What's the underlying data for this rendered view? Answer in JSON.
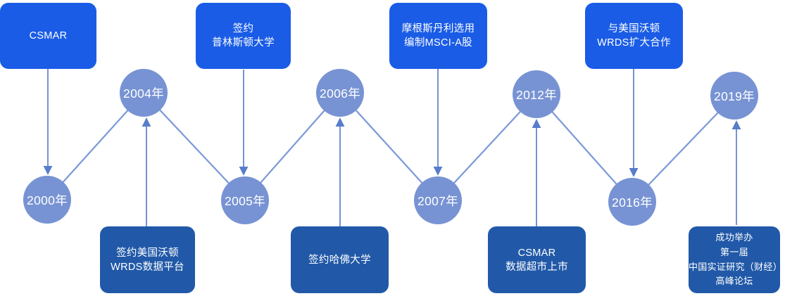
{
  "colors": {
    "top_event_box": "#1a5ce6",
    "bottom_event_box": "#2159a8",
    "year_circle": "#7793d3",
    "connector_vertical": "#5577c8",
    "connector_diagonal": "#7d9ad8",
    "arrowhead": "#587dca",
    "text": "#ffffff",
    "background": "#ffffff"
  },
  "milestones": [
    {
      "year": "2000年",
      "event_position": "top",
      "event_lines": [
        "CSMAR"
      ]
    },
    {
      "year": "2004年",
      "event_position": "bottom",
      "event_lines": [
        "签约美国沃顿",
        "WRDS数据平台"
      ]
    },
    {
      "year": "2005年",
      "event_position": "top",
      "event_lines": [
        "签约",
        "普林斯顿大学"
      ]
    },
    {
      "year": "2006年",
      "event_position": "bottom",
      "event_lines": [
        "签约哈佛大学"
      ]
    },
    {
      "year": "2007年",
      "event_position": "top",
      "event_lines": [
        "摩根斯丹利选用",
        "编制MSCI-A股"
      ]
    },
    {
      "year": "2012年",
      "event_position": "bottom",
      "event_lines": [
        "CSMAR",
        "数据超市上市"
      ]
    },
    {
      "year": "2016年",
      "event_position": "top",
      "event_lines": [
        "与美国沃顿",
        "WRDS扩大合作"
      ]
    },
    {
      "year": "2019年",
      "event_position": "bottom",
      "event_lines": [
        "成功举办",
        "第一届",
        "中国实证研究（财经）",
        "高峰论坛"
      ]
    }
  ]
}
